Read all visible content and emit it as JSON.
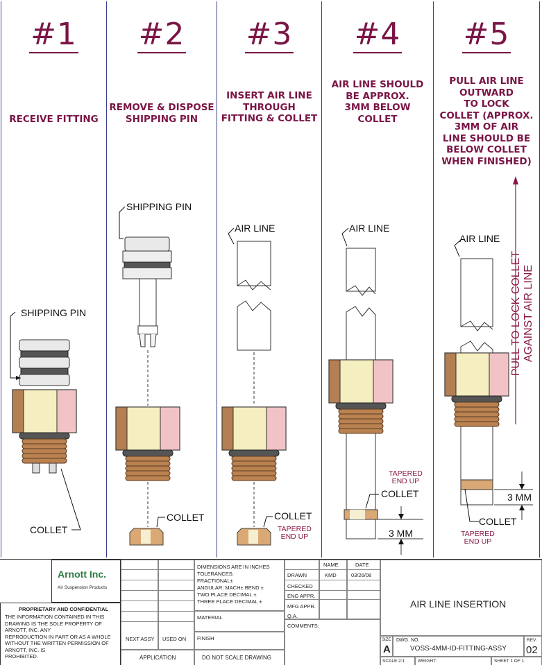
{
  "steps": [
    {
      "number": "#1",
      "desc_lines": [
        "RECEIVE FITTING"
      ]
    },
    {
      "number": "#2",
      "desc_lines": [
        "REMOVE & DISPOSE",
        "SHIPPING PIN"
      ]
    },
    {
      "number": "#3",
      "desc_lines": [
        "INSERT AIR LINE",
        "THROUGH",
        "FITTING & COLLET"
      ]
    },
    {
      "number": "#4",
      "desc_lines": [
        "AIR LINE SHOULD",
        "BE APPROX.",
        "3MM BELOW",
        "COLLET"
      ]
    },
    {
      "number": "#5",
      "desc_lines": [
        "PULL AIR LINE",
        "OUTWARD",
        "TO LOCK",
        "COLLET (APPROX.",
        "3MM OF AIR",
        "LINE SHOULD BE",
        "BELOW COLLET",
        "WHEN FINISHED)"
      ]
    }
  ],
  "labels": {
    "shipping_pin": "SHIPPING PIN",
    "collet": "COLLET",
    "air_line": "AIR LINE",
    "tapered_end_up_1": "TAPERED",
    "tapered_end_up_2": "END UP",
    "dim_3mm": "3 MM",
    "pull_line_1": "PULL TO LOCK COLLET",
    "pull_line_2": "AGAINST AIR LINE"
  },
  "colors": {
    "accent": "#7a1546",
    "frame": "#3b3f8a",
    "brass": "#c08a5c",
    "hex_face": "#f4eec0",
    "pink": "#f2c3c6",
    "gasket": "#555555",
    "tube": "#ffffff"
  },
  "title_block": {
    "company": "Arnott Inc.",
    "company_sub": "Air Suspension Products",
    "proprietary_title": "PROPRIETARY AND CONFIDENTIAL",
    "proprietary_lines": [
      "THE INFORMATION CONTAINED IN THIS",
      "DRAWING IS THE SOLE PROPERTY OF",
      "ARNOTT, INC. ANY",
      "REPRODUCTION IN PART OR AS A WHOLE",
      "WITHOUT THE WRITTEN PERMISSION OF",
      "ARNOTT, INC. IS",
      "PROHIBITED."
    ],
    "next_assy": "NEXT ASSY",
    "used_on": "USED ON",
    "application": "APPLICATION",
    "dimensions_lines": [
      "DIMENSIONS ARE IN INCHES",
      "TOLERANCES:",
      "FRACTIONAL±",
      "ANGULAR: MACH±    BEND ±",
      "TWO PLACE DECIMAL   ±",
      "THREE PLACE DECIMAL  ±"
    ],
    "material": "MATERIAL",
    "finish": "FINISH",
    "do_not_scale": "DO  NOT  SCALE  DRAWING",
    "name_header": "NAME",
    "date_header": "DATE",
    "drawn": "DRAWN",
    "drawn_name": "KMD",
    "drawn_date": "03/26/08",
    "checked": "CHECKED",
    "eng_appr": "ENG APPR.",
    "mfg_appr": "MFG APPR.",
    "qa": "Q.A.",
    "comments": "COMMENTS:",
    "title": "AIR LINE INSERTION",
    "size_label": "SIZE",
    "size": "A",
    "dwg_no_label": "DWG.  NO.",
    "dwg_no": "VOSS-4MM-ID-FITTING-ASSY",
    "rev_label": "REV.",
    "rev": "02",
    "scale": "SCALE:2:1",
    "weight": "WEIGHT:",
    "sheet": "SHEET 1 OF 1"
  }
}
